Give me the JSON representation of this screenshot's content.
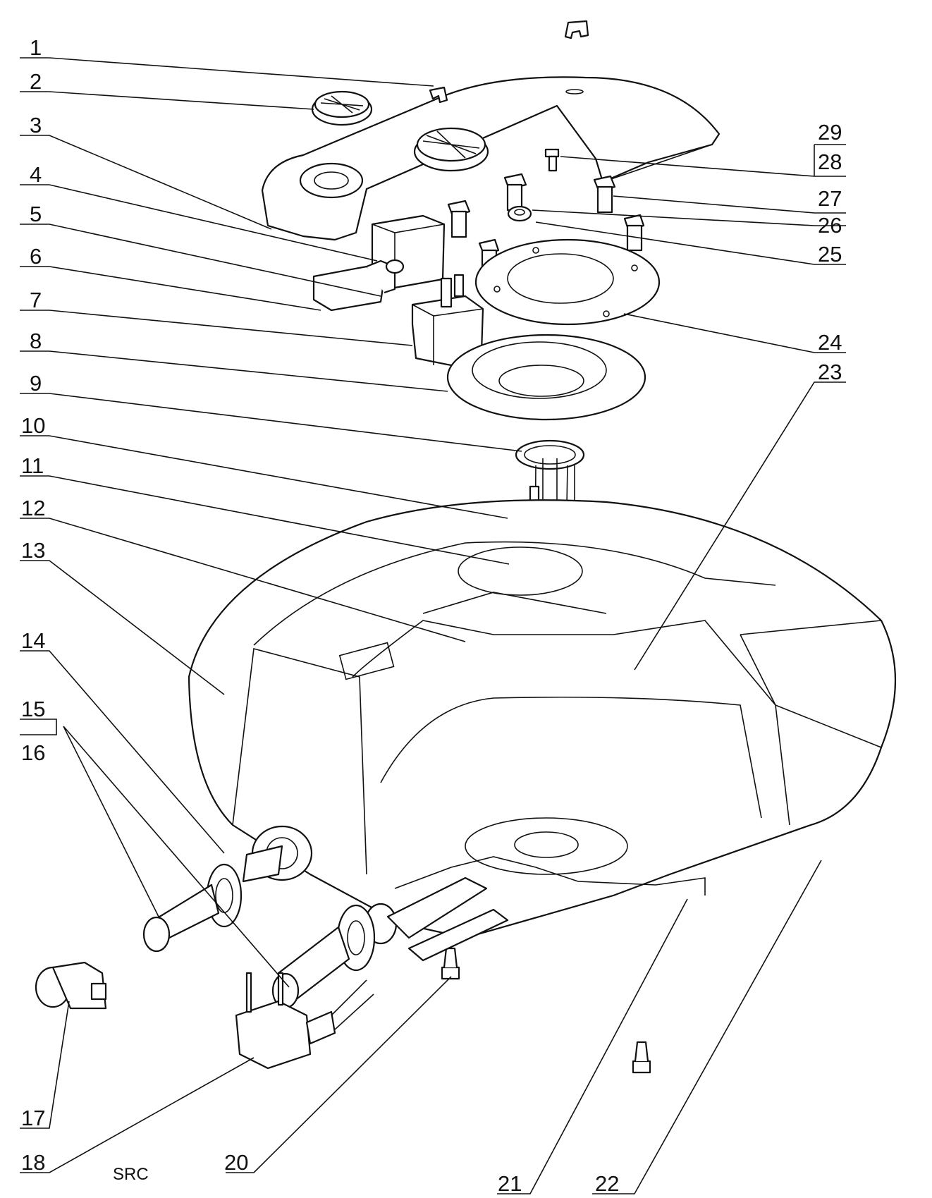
{
  "diagram": {
    "source_mark": "SRC",
    "callouts": [
      {
        "label": "1"
      },
      {
        "label": "2"
      },
      {
        "label": "3"
      },
      {
        "label": "4"
      },
      {
        "label": "5"
      },
      {
        "label": "6"
      },
      {
        "label": "7"
      },
      {
        "label": "8"
      },
      {
        "label": "9"
      },
      {
        "label": "10"
      },
      {
        "label": "11"
      },
      {
        "label": "12"
      },
      {
        "label": "13"
      },
      {
        "label": "14"
      },
      {
        "label": "15"
      },
      {
        "label": "16"
      },
      {
        "label": "17"
      },
      {
        "label": "18"
      },
      {
        "label": "20"
      },
      {
        "label": "21"
      },
      {
        "label": "22"
      },
      {
        "label": "23"
      },
      {
        "label": "24"
      },
      {
        "label": "25"
      },
      {
        "label": "26"
      },
      {
        "label": "27"
      },
      {
        "label": "28"
      },
      {
        "label": "29"
      }
    ]
  }
}
